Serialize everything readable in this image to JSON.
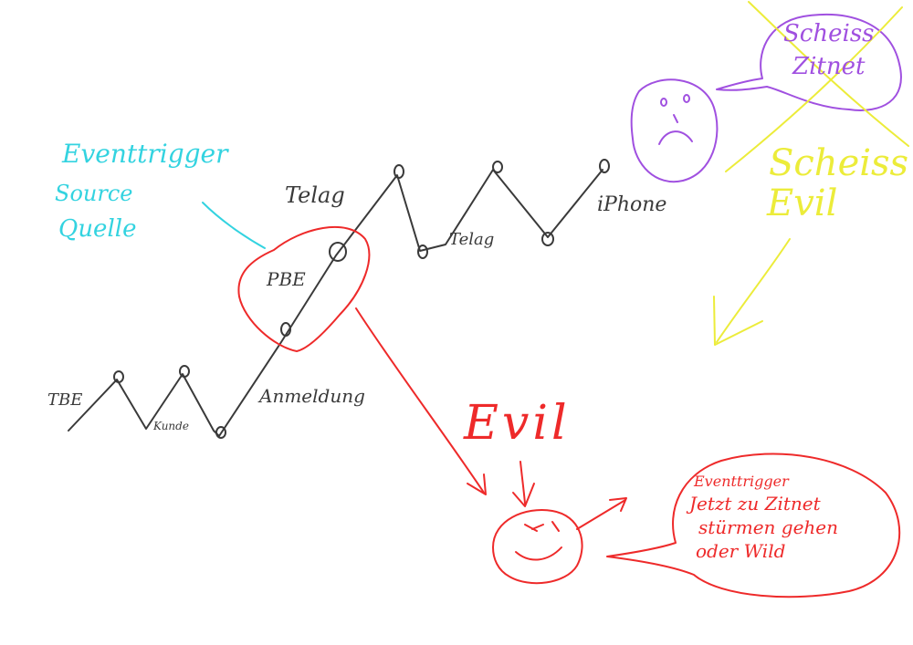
{
  "colors": {
    "black": "#3a3a3a",
    "cyan": "#33d3e0",
    "red": "#ee2a2a",
    "purple": "#a050e0",
    "yellow": "#ecec3a"
  },
  "labels": {
    "eventtrigger": "Eventtrigger",
    "source": "Source",
    "quelle": "Quelle",
    "telag_top": "Telag",
    "telag_bottom": "Telag",
    "iphone": "iPhone",
    "pbe": "PBE",
    "tbe": "TBE",
    "kunde": "Kunde",
    "anmeldung": "Anmeldung",
    "evil_red": "Evil",
    "scheiss_zitnet_1": "Scheiss",
    "scheiss_zitnet_2": "Zitnet",
    "scheiss_evil_1": "Scheiss",
    "scheiss_evil_2": "Evil",
    "bubble_line1": "Eventtrigger",
    "bubble_line2": "Jetzt zu Zitnet",
    "bubble_line3": "stürmen gehen",
    "bubble_line4": "oder Wild"
  },
  "icons": [
    "sad-face-icon",
    "evil-smile-icon",
    "speech-bubble-icon"
  ]
}
